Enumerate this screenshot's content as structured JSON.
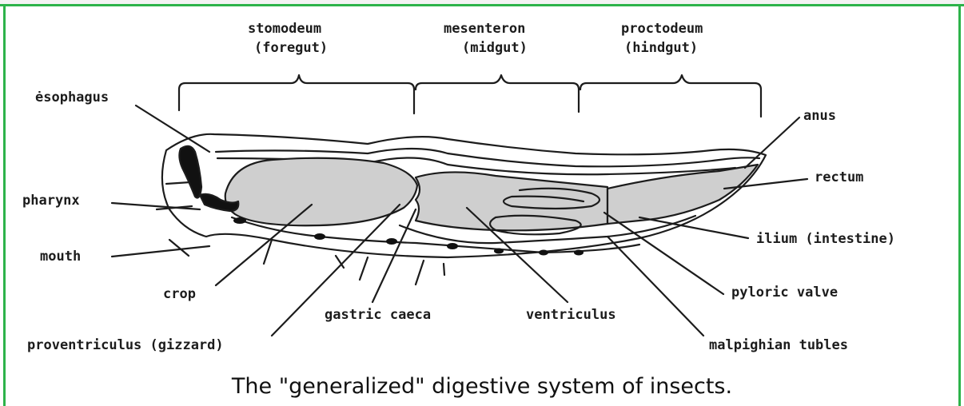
{
  "diagram": {
    "regions": [
      {
        "name": "stomodeum",
        "alt": "(foregut)"
      },
      {
        "name": "mesenteron",
        "alt": "(midgut)"
      },
      {
        "name": "proctodeum",
        "alt": "(hindgut)"
      }
    ],
    "labels": {
      "esophagus": "ėsophagus",
      "pharynx": "pharynx",
      "mouth": "mouth",
      "crop": "crop",
      "proventriculus": "proventriculus (gizzard)",
      "gastric_caeca": "gastric caeca",
      "ventriculus": "ventriculus",
      "malpighian": "malpighian tubles",
      "pyloric": "pyloric valve",
      "ilium": "ilium (intestine)",
      "rectum": "rectum",
      "anus": "anus"
    },
    "caption": "The \"generalized\" digestive system of insects."
  },
  "colors": {
    "border": "#2db34a",
    "gut_fill": "#cfcfcf",
    "ink": "#1c1c1c"
  }
}
